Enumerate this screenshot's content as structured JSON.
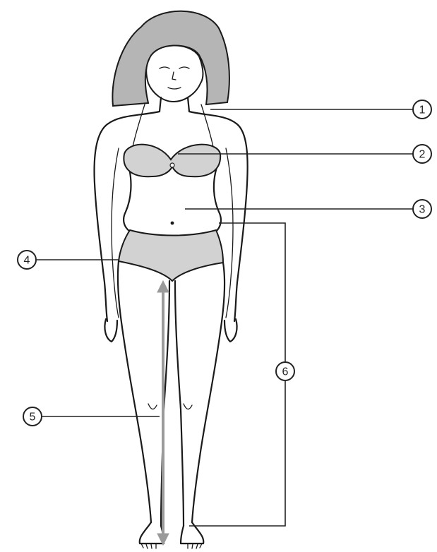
{
  "figure": {
    "colors": {
      "hair": "#b5b5b5",
      "garment": "#d2d2d2",
      "measure_arrow": "#9a9a9a",
      "line": "#222222"
    },
    "callouts": [
      {
        "id": "1",
        "label": "1"
      },
      {
        "id": "2",
        "label": "2"
      },
      {
        "id": "3",
        "label": "3"
      },
      {
        "id": "4",
        "label": "4"
      },
      {
        "id": "5",
        "label": "5"
      },
      {
        "id": "6",
        "label": "6"
      }
    ]
  }
}
